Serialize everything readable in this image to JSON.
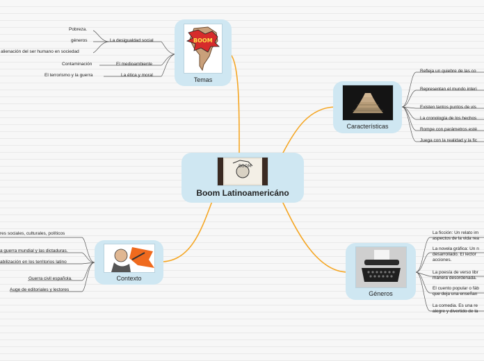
{
  "central": {
    "title": "Boom Latinoamericáno"
  },
  "temas": {
    "label": "Temas",
    "subtopics": [
      {
        "label": "La desigualdad social",
        "children": [
          "Pobreza.",
          "géneros",
          "alienación del ser humano en sociedad"
        ]
      },
      {
        "label": "El medioambiente",
        "children": [
          "Contaminación"
        ]
      },
      {
        "label": "La ética y moral",
        "children": [
          "El terrorismo y la guerra"
        ]
      }
    ]
  },
  "caracteristicas": {
    "label": "Características",
    "items": [
      "Refleja un quiebre de las co",
      "Representan el mundo interi",
      "Existen tantos puntos de vis",
      "La cronología de los hechos",
      "Rompe con parámetros esté",
      "Juega con la realidad y la fic"
    ]
  },
  "contexto": {
    "label": "Contexto",
    "items": [
      "res sociales, culturales, políticos",
      "a guerra mundial  y las dictaduras.",
      "abilización en los territorios latino",
      "Guerra civil española.",
      "Auge de editoriales y lectores"
    ]
  },
  "generos": {
    "label": "Géneros",
    "items": [
      {
        "line1": "La ficción: Un relato im",
        "line2": "aspectos de la vida rea"
      },
      {
        "line1": "La novela gráfica: Un n",
        "line2": "desarrollado. El lector",
        "line3": "acciones."
      },
      {
        "line1": "La poesía de verso libr",
        "line2": "manera desordenada."
      },
      {
        "line1": "El cuento popular o fáb",
        "line2": "que deja una enseñan"
      },
      {
        "line1": "La comedia. Es una re",
        "line2": "alegre y divertido de la"
      }
    ]
  },
  "colors": {
    "link": "#f5a623",
    "node_bg": "#cfe7f2",
    "branch": "#555555"
  }
}
